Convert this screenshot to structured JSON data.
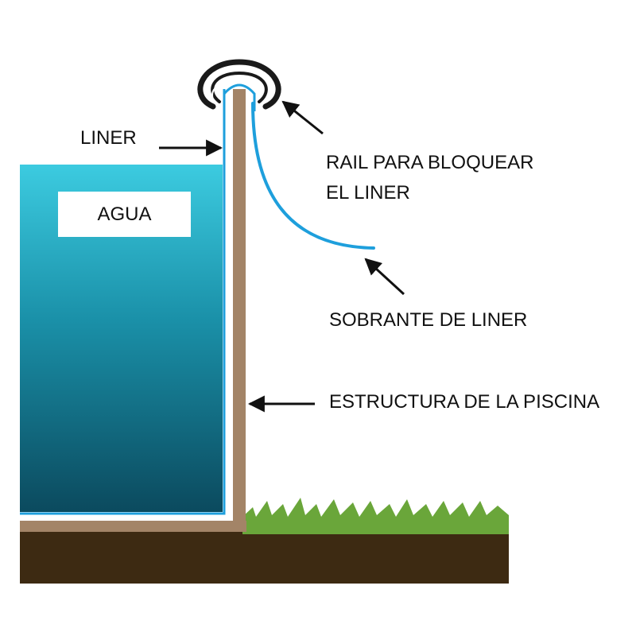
{
  "labels": {
    "water": "AGUA",
    "liner": "LINER",
    "rail_line1": "RAIL PARA BLOQUEAR",
    "rail_line2": "EL LINER",
    "excess_liner": "SOBRANTE DE LINER",
    "pool_structure": "ESTRUCTURA DE LA PISCINA"
  },
  "colors": {
    "water_top": "#33bfd6",
    "water_bottom": "#0b4f63",
    "liner": "#1e9fdc",
    "structure": "#a38467",
    "grass": "#6aa63a",
    "soil": "#3d2a12",
    "text": "#111111"
  }
}
